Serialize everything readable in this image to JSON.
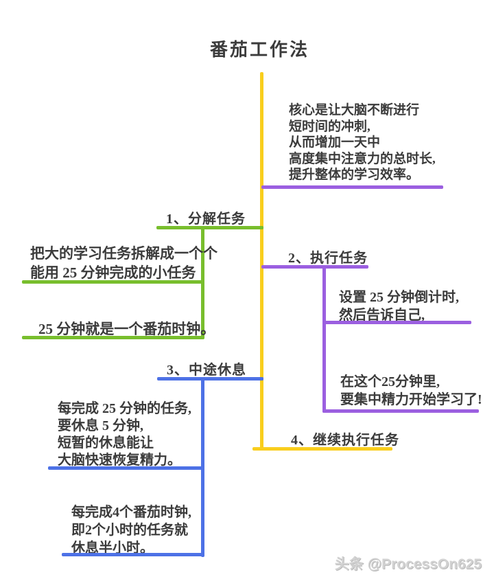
{
  "title": "番茄工作法",
  "colors": {
    "trunk_yellow": "#f9ce1d",
    "branch_purple": "#9b5fe0",
    "branch_green": "#78be2d",
    "branch_blue": "#4d71e6",
    "text": "#3b3b3b",
    "watermark": "#d2d2d2",
    "background": "#ffffff"
  },
  "core_note": "核心是让大脑不断进行\n短时间的冲刺,\n从而增加一天中\n高度集中注意力的总时长,\n提升整体的学习效率。",
  "branch1": {
    "label": "1、分解任务",
    "note1": "把大的学习任务拆解成一个个\n能用 25 分钟完成的小任务",
    "note2": "25 分钟就是一个番茄时钟。"
  },
  "branch2": {
    "label": "2、执行任务",
    "note1": "设置 25 分钟倒计时,\n然后告诉自己,",
    "note2": "在这个25分钟里,\n要集中精力开始学习了!"
  },
  "branch3": {
    "label": "3、中途休息",
    "note1": "每完成 25 分钟的任务,\n要休息 5 分钟,\n短暂的休息能让\n大脑快速恢复精力。",
    "note2": "每完成4个番茄时钟,\n即2个小时的任务就\n休息半小时。"
  },
  "branch4": {
    "label": "4、继续执行任务"
  },
  "watermark": "头条 @ProcessOn625"
}
